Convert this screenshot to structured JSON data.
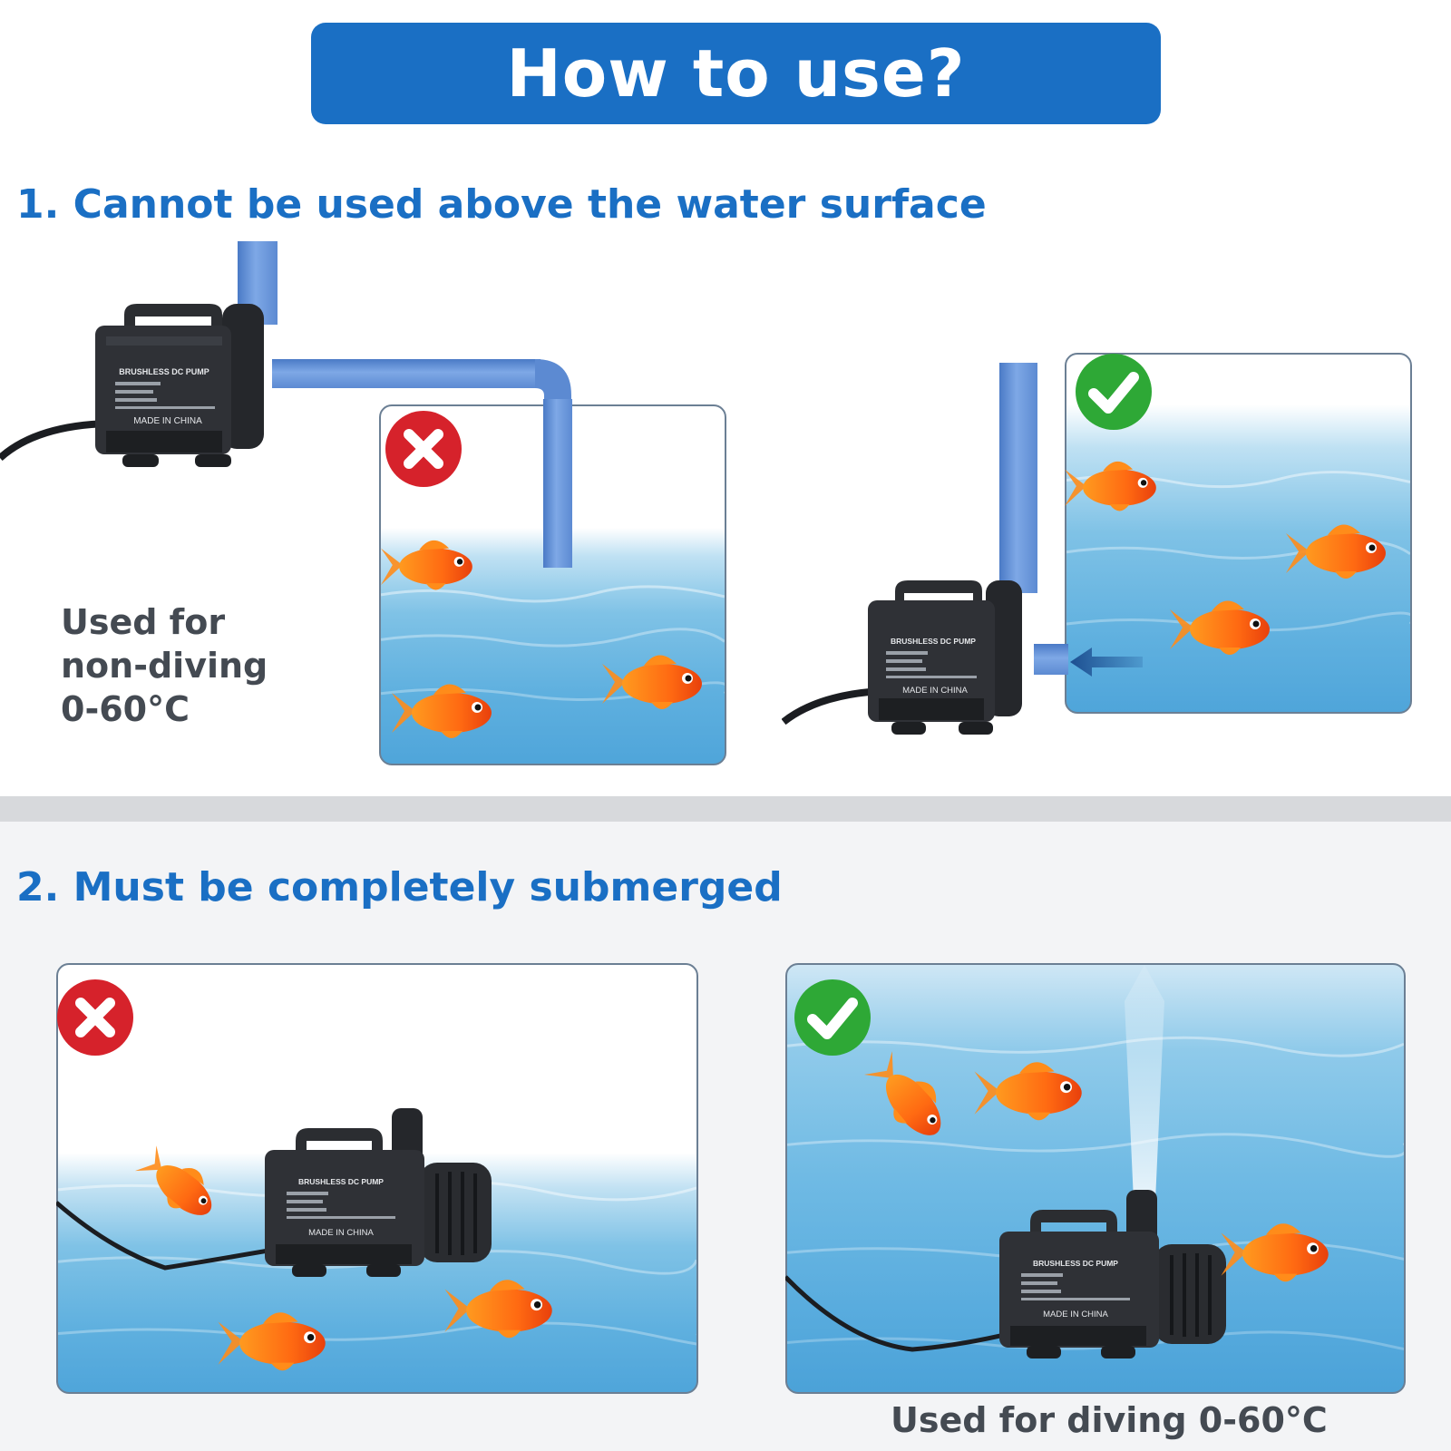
{
  "banner": {
    "title": "How to use?",
    "color": "#1a6fc4"
  },
  "section1": {
    "title": "1. Cannot be used above the water surface",
    "caption_lines": [
      "Used for",
      "non-diving",
      "0-60°C"
    ]
  },
  "section2": {
    "title": "2. Must be completely submerged",
    "caption": "Used for diving 0-60°C"
  },
  "pump": {
    "line1": "BRUSHLESS DC PUMP",
    "made_in": "MADE IN CHINA"
  },
  "icons": {
    "wrong": "cross-badge-icon",
    "right": "check-badge-icon"
  },
  "colors": {
    "wrong": "#d6222b",
    "right": "#2ea836",
    "pipe": "#5c8ad2",
    "heading": "#1a6fc4"
  }
}
